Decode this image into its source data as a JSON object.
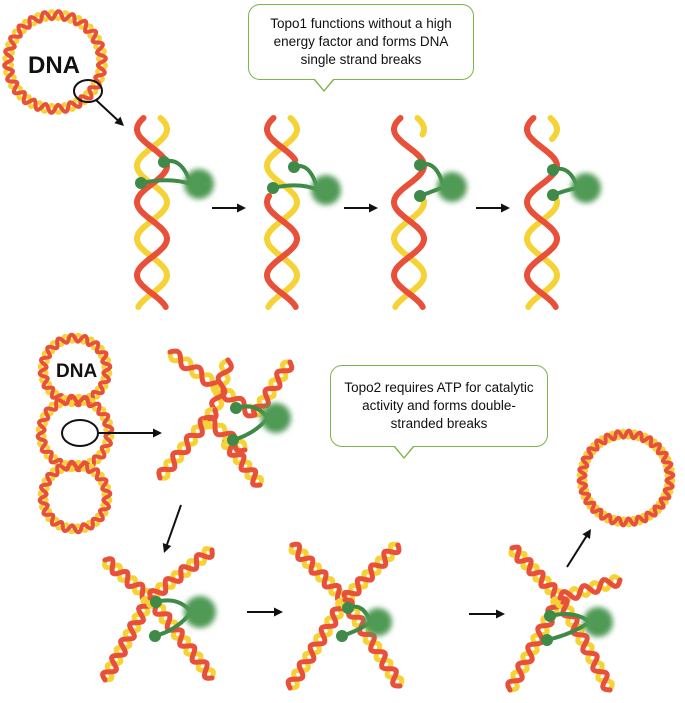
{
  "labels": {
    "dna_top": "DNA",
    "dna_bottom": "DNA"
  },
  "callouts": {
    "topo1": "Topo1 functions without a high energy factor and forms DNA single strand breaks",
    "topo2": "Topo2 requires ATP for catalytic activity and forms double-stranded breaks"
  },
  "colors": {
    "strand_red": "#e8503a",
    "strand_yellow": "#f5d336",
    "enzyme_green": "#4f9a55",
    "enzyme_dark": "#3f8a48",
    "callout_border": "#7ab648",
    "arrow": "#111111"
  }
}
